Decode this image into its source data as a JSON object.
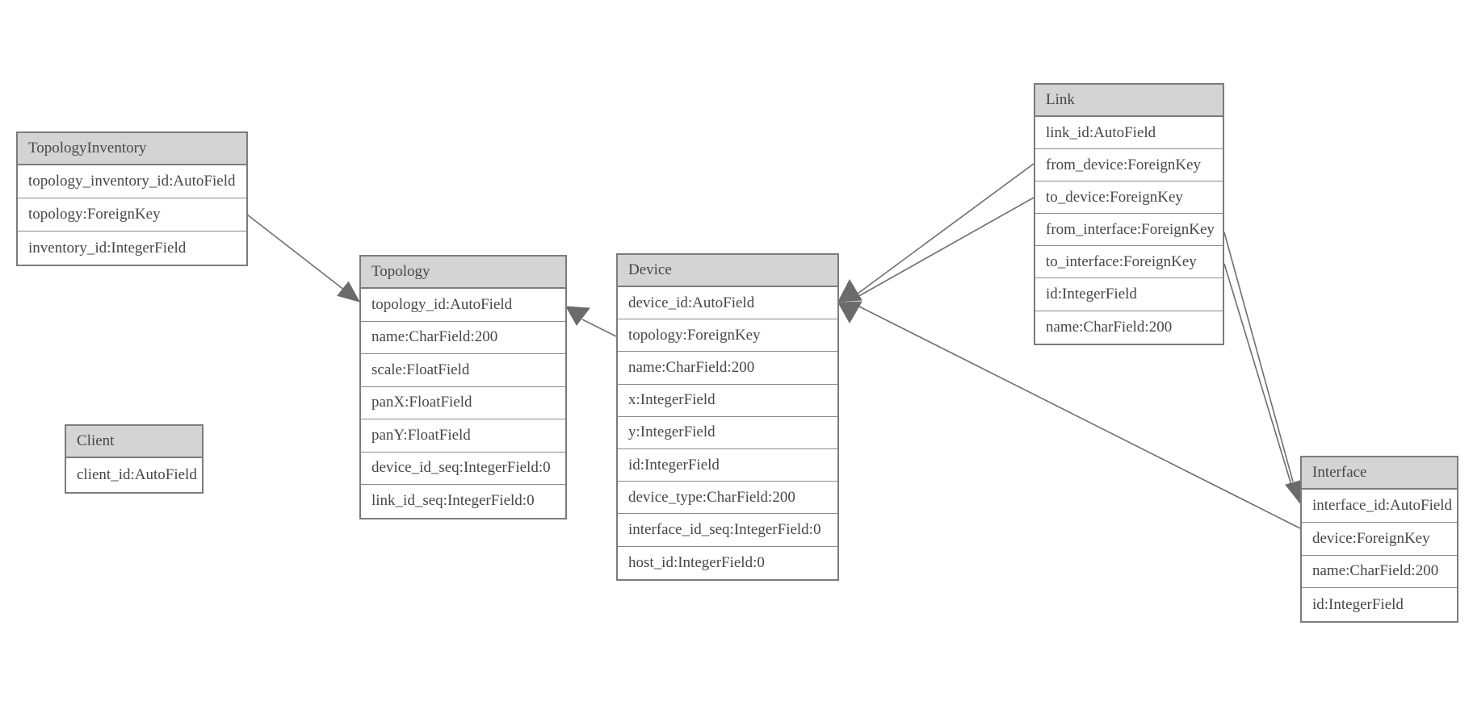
{
  "diagram": {
    "background_color": "#ffffff",
    "header_fill_color": "#d4d4d4",
    "border_color": "#7c7c7c",
    "text_color": "#474747",
    "edge_color": "#6e6e6e",
    "tables": {
      "topology_inventory": {
        "title": "TopologyInventory",
        "rows": [
          "topology_inventory_id:AutoField",
          "topology:ForeignKey",
          "inventory_id:IntegerField"
        ]
      },
      "topology": {
        "title": "Topology",
        "rows": [
          "topology_id:AutoField",
          "name:CharField:200",
          "scale:FloatField",
          "panX:FloatField",
          "panY:FloatField",
          "device_id_seq:IntegerField:0",
          "link_id_seq:IntegerField:0"
        ]
      },
      "client": {
        "title": "Client",
        "rows": [
          "client_id:AutoField"
        ]
      },
      "device": {
        "title": "Device",
        "rows": [
          "device_id:AutoField",
          "topology:ForeignKey",
          "name:CharField:200",
          "x:IntegerField",
          "y:IntegerField",
          "id:IntegerField",
          "device_type:CharField:200",
          "interface_id_seq:IntegerField:0",
          "host_id:IntegerField:0"
        ]
      },
      "link": {
        "title": "Link",
        "rows": [
          "link_id:AutoField",
          "from_device:ForeignKey",
          "to_device:ForeignKey",
          "from_interface:ForeignKey",
          "to_interface:ForeignKey",
          "id:IntegerField",
          "name:CharField:200"
        ]
      },
      "interface": {
        "title": "Interface",
        "rows": [
          "interface_id:AutoField",
          "device:ForeignKey",
          "name:CharField:200",
          "id:IntegerField"
        ]
      }
    },
    "edges": [
      {
        "from": "TopologyInventory.topology",
        "to": "Topology.topology_id"
      },
      {
        "from": "Device.topology",
        "to": "Topology.topology_id"
      },
      {
        "from": "Link.from_device",
        "to": "Device.device_id"
      },
      {
        "from": "Link.to_device",
        "to": "Device.device_id"
      },
      {
        "from": "Interface.device",
        "to": "Device.device_id"
      },
      {
        "from": "Link.from_interface",
        "to": "Interface.interface_id"
      },
      {
        "from": "Link.to_interface",
        "to": "Interface.interface_id"
      }
    ]
  }
}
